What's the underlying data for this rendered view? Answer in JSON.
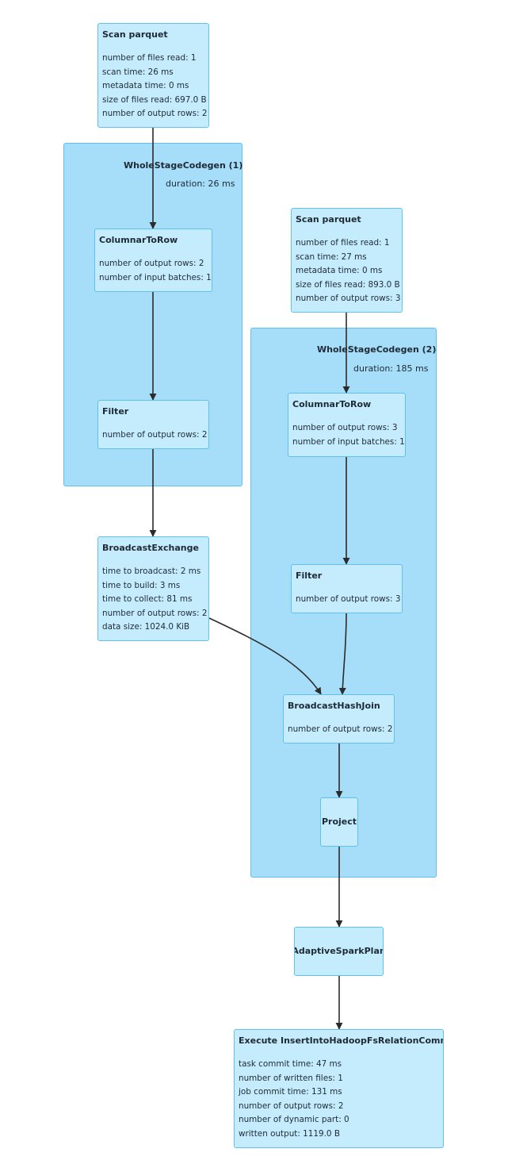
{
  "clusters": {
    "stage1": {
      "title": "WholeStageCodegen (1)",
      "duration": "duration: 26 ms"
    },
    "stage2": {
      "title": "WholeStageCodegen (2)",
      "duration": "duration: 185 ms"
    }
  },
  "nodes": {
    "scan1": {
      "title": "Scan parquet",
      "metrics": [
        "number of files read: 1",
        "scan time: 26 ms",
        "metadata time: 0 ms",
        "size of files read: 697.0 B",
        "number of output rows: 2"
      ]
    },
    "c2r1": {
      "title": "ColumnarToRow",
      "metrics": [
        "number of output rows: 2",
        "number of input batches: 1"
      ]
    },
    "filter1": {
      "title": "Filter",
      "metrics": [
        "number of output rows: 2"
      ]
    },
    "broadcast": {
      "title": "BroadcastExchange",
      "metrics": [
        "time to broadcast: 2 ms",
        "time to build: 3 ms",
        "time to collect: 81 ms",
        "number of output rows: 2",
        "data size: 1024.0 KiB"
      ]
    },
    "scan2": {
      "title": "Scan parquet",
      "metrics": [
        "number of files read: 1",
        "scan time: 27 ms",
        "metadata time: 0 ms",
        "size of files read: 893.0 B",
        "number of output rows: 3"
      ]
    },
    "c2r2": {
      "title": "ColumnarToRow",
      "metrics": [
        "number of output rows: 3",
        "number of input batches: 1"
      ]
    },
    "filter2": {
      "title": "Filter",
      "metrics": [
        "number of output rows: 3"
      ]
    },
    "bhj": {
      "title": "BroadcastHashJoin",
      "metrics": [
        "number of output rows: 2"
      ]
    },
    "project": {
      "title": "Project",
      "metrics": []
    },
    "adaptive": {
      "title": "AdaptiveSparkPlan",
      "metrics": []
    },
    "execute": {
      "title": "Execute InsertIntoHadoopFsRelationCommand",
      "metrics": [
        "task commit time: 47 ms",
        "number of written files: 1",
        "job commit time: 131 ms",
        "number of output rows: 2",
        "number of dynamic part: 0",
        "written output: 1119.0 B"
      ]
    }
  },
  "edges": [
    [
      "scan1",
      "c2r1"
    ],
    [
      "c2r1",
      "filter1"
    ],
    [
      "filter1",
      "broadcast"
    ],
    [
      "scan2",
      "c2r2"
    ],
    [
      "c2r2",
      "filter2"
    ],
    [
      "broadcast",
      "bhj"
    ],
    [
      "filter2",
      "bhj"
    ],
    [
      "bhj",
      "project"
    ],
    [
      "project",
      "adaptive"
    ],
    [
      "adaptive",
      "execute"
    ]
  ],
  "colors": {
    "cluster_fill": "#a6ddf8",
    "node_fill": "#c5ecfd",
    "border": "#5fc1ec",
    "edge": "#2b2b2b"
  }
}
